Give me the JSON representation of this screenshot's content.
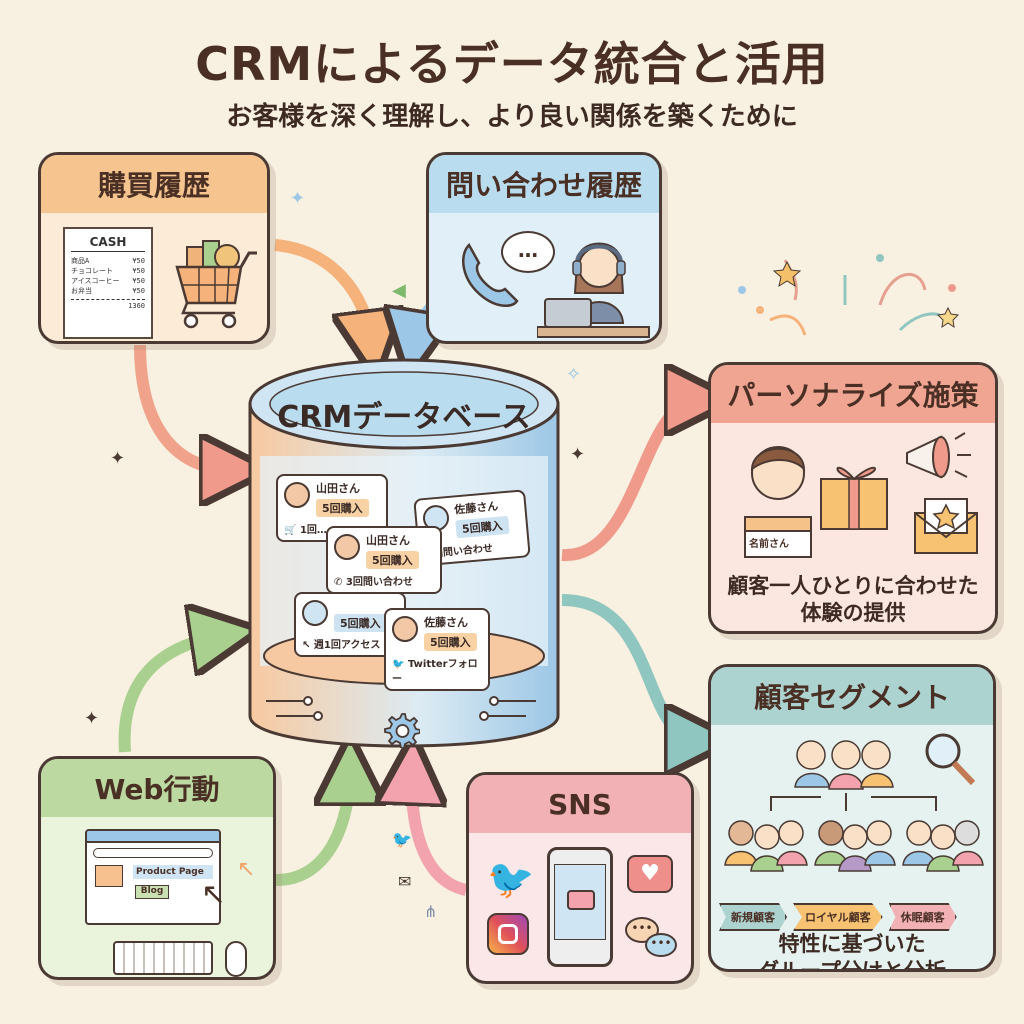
{
  "header": {
    "title": "CRMによるデータ統合と活用",
    "subtitle": "お客様を深く理解し、より良い関係を築くために"
  },
  "database": {
    "label": "CRMデータベース",
    "icon": "gear-icon",
    "cards": [
      {
        "name": "山田さん",
        "badge": "5回購入",
        "activity": "1回…",
        "activity_icon": "cart-icon"
      },
      {
        "name": "佐藤さん",
        "badge": "5回購入",
        "activity": "3回問い合わせ",
        "activity_icon": ""
      },
      {
        "name": "山田さん",
        "badge": "5回購入",
        "activity": "3回問い合わせ",
        "activity_icon": "phone-icon"
      },
      {
        "name": "",
        "badge": "5回購入",
        "activity": "週1回アクセス",
        "activity_icon": "cursor-icon"
      },
      {
        "name": "佐藤さん",
        "badge": "5回購入",
        "activity": "Twitterフォロー",
        "activity_icon": "twitter-icon"
      }
    ]
  },
  "sources": {
    "purchase": {
      "title": "購買履歴",
      "receipt": {
        "header": "CASH",
        "rows": [
          [
            "商品A",
            "¥50"
          ],
          [
            "チョコレート",
            "¥50"
          ],
          [
            "アイスコーヒー",
            "¥50"
          ],
          [
            "お弁当",
            "¥50"
          ]
        ],
        "total": "1360"
      }
    },
    "inquiry": {
      "title": "問い合わせ履歴",
      "bubble": "…"
    },
    "web": {
      "title": "Web行動",
      "product_page": "Product Page",
      "blog": "Blog"
    },
    "sns": {
      "title": "SNS"
    }
  },
  "outputs": {
    "personalize": {
      "title": "パーソナライズ施策",
      "gift_label": "名前さん",
      "caption_line1": "顧客一人ひとりに合わせた",
      "caption_line2": "体験の提供"
    },
    "segment": {
      "title": "顧客セグメント",
      "tags": [
        "新規顧客",
        "ロイヤル顧客",
        "休眠顧客"
      ],
      "caption_line1": "特性に基づいた",
      "caption_line2": "グループ分けと分析"
    }
  },
  "colors": {
    "background": "#f8f0e1",
    "purchase": "#f6c58f",
    "inquiry": "#b9dcef",
    "personalize": "#f0a593",
    "segment": "#acd3cf",
    "web": "#bcd9a2",
    "sns": "#f2b1b5"
  }
}
